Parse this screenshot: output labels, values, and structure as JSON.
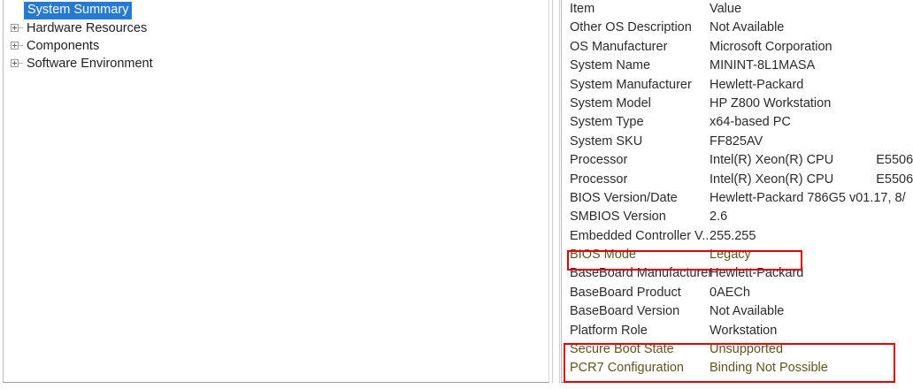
{
  "tree": {
    "name": "system-information-tree",
    "nodes": [
      {
        "label": "System Summary",
        "selected": true,
        "expandable": false
      },
      {
        "label": "Hardware Resources",
        "selected": false,
        "expandable": true
      },
      {
        "label": "Components",
        "selected": false,
        "expandable": true
      },
      {
        "label": "Software Environment",
        "selected": false,
        "expandable": true
      }
    ]
  },
  "detail": {
    "columns": {
      "item": "Item",
      "value": "Value"
    },
    "rows": [
      {
        "item": "Other OS Description",
        "value": "Not Available",
        "flagged": false
      },
      {
        "item": "OS Manufacturer",
        "value": "Microsoft Corporation",
        "flagged": false
      },
      {
        "item": "System Name",
        "value": "MININT-8L1MASA",
        "flagged": false
      },
      {
        "item": "System Manufacturer",
        "value": "Hewlett-Packard",
        "flagged": false
      },
      {
        "item": "System Model",
        "value": "HP Z800 Workstation",
        "flagged": false
      },
      {
        "item": "System Type",
        "value": "x64-based PC",
        "flagged": false
      },
      {
        "item": "System SKU",
        "value": "FF825AV",
        "flagged": false
      },
      {
        "item": "Processor",
        "value": "Intel(R) Xeon(R) CPU",
        "value_tail": "E5506",
        "flagged": false
      },
      {
        "item": "Processor",
        "value": "Intel(R) Xeon(R) CPU",
        "value_tail": "E5506",
        "flagged": false
      },
      {
        "item": "BIOS Version/Date",
        "value": "Hewlett-Packard 786G5 v01.17, 8/",
        "flagged": false
      },
      {
        "item": "SMBIOS Version",
        "value": "2.6",
        "flagged": false
      },
      {
        "item": "Embedded Controller V...",
        "value": "255.255",
        "flagged": false
      },
      {
        "item": "BIOS Mode",
        "value": "Legacy",
        "flagged": true
      },
      {
        "item": "BaseBoard Manufacturer",
        "value": "Hewlett-Packard",
        "flagged": false
      },
      {
        "item": "BaseBoard Product",
        "value": "0AECh",
        "flagged": false
      },
      {
        "item": "BaseBoard Version",
        "value": "Not Available",
        "flagged": false
      },
      {
        "item": "Platform Role",
        "value": "Workstation",
        "flagged": false
      },
      {
        "item": "Secure Boot State",
        "value": "Unsupported",
        "flagged": true
      },
      {
        "item": "PCR7 Configuration",
        "value": "Binding Not Possible",
        "flagged": true
      }
    ]
  },
  "annotations": {
    "color": "#e00000",
    "boxes": [
      {
        "name": "bios-mode-highlight",
        "targets": "BIOS Mode"
      },
      {
        "name": "secure-boot-highlight",
        "targets": "Secure Boot State / PCR7 Configuration"
      }
    ]
  },
  "colors": {
    "selection": "#2879d0",
    "selection_text": "#ffffff",
    "text": "#2b2b2b",
    "flagged_text": "#5e5522",
    "annotation": "#e00000",
    "background": "#ffffff",
    "panel_border": "#bdbdbd"
  }
}
